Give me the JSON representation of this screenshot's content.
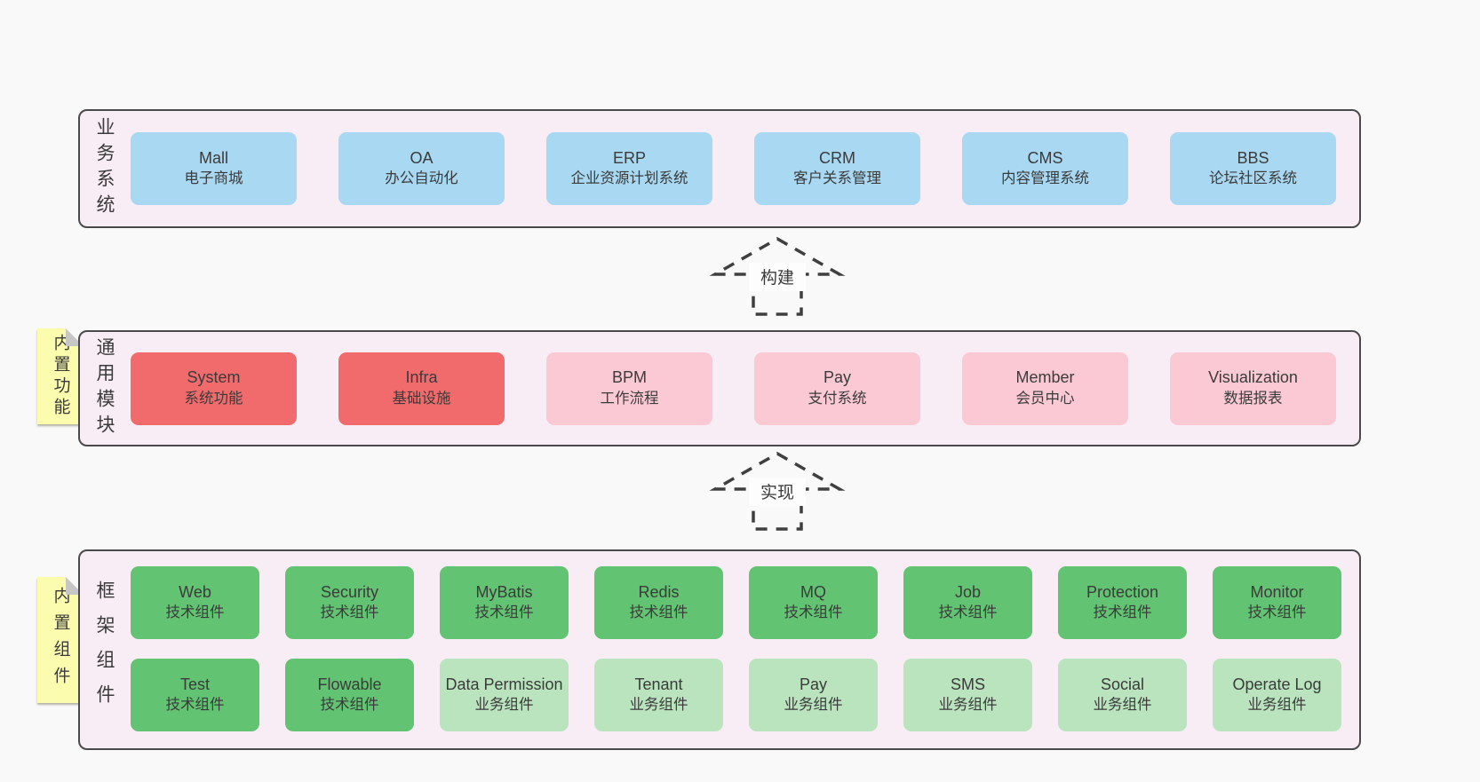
{
  "colors": {
    "page_bg": "#f9f9f9",
    "panel_bg": "#f8edf5",
    "panel_border": "#4a4a4a",
    "text": "#3b3b3b",
    "business_box": "#a8d8f2",
    "core_box": "#f16b6d",
    "module_box": "#fbc9d4",
    "tech_box": "#62c372",
    "biz_box": "#b9e4be",
    "note_bg": "#fbfcae",
    "note_fold": "#c6c6c6",
    "arrow": "#3f3f3f",
    "arrow_label_bg": "#fdfdfd"
  },
  "sections": [
    {
      "label": "业务系统",
      "boxes": [
        {
          "title": "Mall",
          "subtitle": "电子商城",
          "variant": "blue"
        },
        {
          "title": "OA",
          "subtitle": "办公自动化",
          "variant": "blue"
        },
        {
          "title": "ERP",
          "subtitle": "企业资源计划系统",
          "variant": "blue"
        },
        {
          "title": "CRM",
          "subtitle": "客户关系管理",
          "variant": "blue"
        },
        {
          "title": "CMS",
          "subtitle": "内容管理系统",
          "variant": "blue"
        },
        {
          "title": "BBS",
          "subtitle": "论坛社区系统",
          "variant": "blue"
        }
      ]
    },
    {
      "label": "通用模块",
      "note": "内置功能",
      "boxes": [
        {
          "title": "System",
          "subtitle": "系统功能",
          "variant": "red"
        },
        {
          "title": "Infra",
          "subtitle": "基础设施",
          "variant": "red"
        },
        {
          "title": "BPM",
          "subtitle": "工作流程",
          "variant": "pink"
        },
        {
          "title": "Pay",
          "subtitle": "支付系统",
          "variant": "pink"
        },
        {
          "title": "Member",
          "subtitle": "会员中心",
          "variant": "pink"
        },
        {
          "title": "Visualization",
          "subtitle": "数据报表",
          "variant": "pink"
        }
      ]
    },
    {
      "label": "框架组件",
      "note": "内置组件",
      "rows": [
        [
          {
            "title": "Web",
            "subtitle": "技术组件",
            "variant": "green"
          },
          {
            "title": "Security",
            "subtitle": "技术组件",
            "variant": "green"
          },
          {
            "title": "MyBatis",
            "subtitle": "技术组件",
            "variant": "green"
          },
          {
            "title": "Redis",
            "subtitle": "技术组件",
            "variant": "green"
          },
          {
            "title": "MQ",
            "subtitle": "技术组件",
            "variant": "green"
          },
          {
            "title": "Job",
            "subtitle": "技术组件",
            "variant": "green"
          },
          {
            "title": "Protection",
            "subtitle": "技术组件",
            "variant": "green"
          },
          {
            "title": "Monitor",
            "subtitle": "技术组件",
            "variant": "green"
          }
        ],
        [
          {
            "title": "Test",
            "subtitle": "技术组件",
            "variant": "green"
          },
          {
            "title": "Flowable",
            "subtitle": "技术组件",
            "variant": "green"
          },
          {
            "title": "Data Permission",
            "subtitle": "业务组件",
            "variant": "lightgreen"
          },
          {
            "title": "Tenant",
            "subtitle": "业务组件",
            "variant": "lightgreen"
          },
          {
            "title": "Pay",
            "subtitle": "业务组件",
            "variant": "lightgreen"
          },
          {
            "title": "SMS",
            "subtitle": "业务组件",
            "variant": "lightgreen"
          },
          {
            "title": "Social",
            "subtitle": "业务组件",
            "variant": "lightgreen"
          },
          {
            "title": "Operate Log",
            "subtitle": "业务组件",
            "variant": "lightgreen"
          }
        ]
      ]
    }
  ],
  "arrows": [
    {
      "label": "构建"
    },
    {
      "label": "实现"
    }
  ]
}
